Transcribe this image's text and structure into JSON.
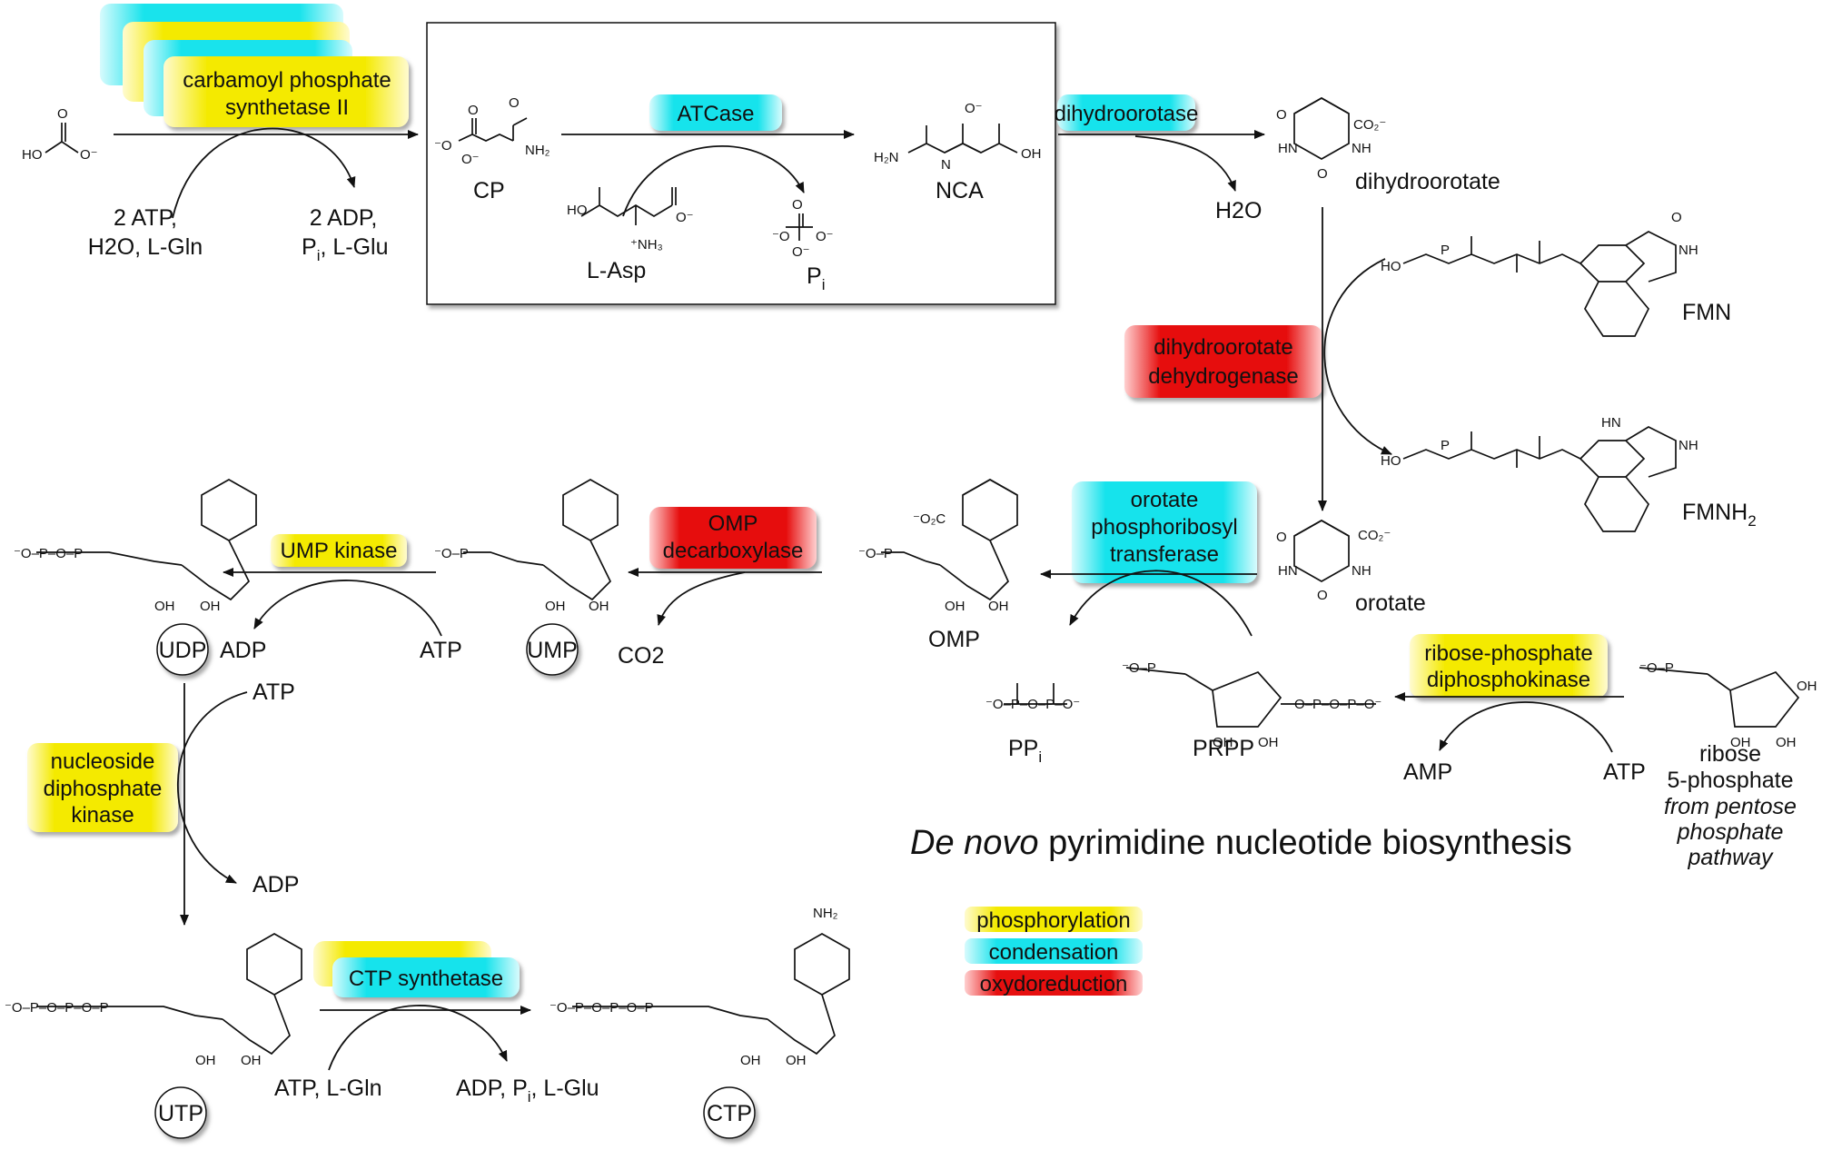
{
  "title": {
    "italic": "De novo",
    "rest": " pyrimidine nucleotide biosynthesis"
  },
  "colors": {
    "phosphorylation": "#f4ea00",
    "condensation": "#19e3ec",
    "oxydoreduction": "#e60f0f"
  },
  "enzymes": {
    "cps2": {
      "line1": "carbamoyl phosphate",
      "line2": "synthetase II",
      "category": "phosphorylation"
    },
    "atcase": {
      "line1": "ATCase",
      "category": "condensation"
    },
    "dihydroorotase": {
      "line1": "dihydroorotase",
      "category": "condensation"
    },
    "dhodh": {
      "line1": "dihydroorotate",
      "line2": "dehydrogenase",
      "category": "oxydoreduction"
    },
    "oprt": {
      "line1": "orotate",
      "line2": "phosphoribosyl",
      "line3": "transferase",
      "category": "condensation"
    },
    "ompdc": {
      "line1": "OMP",
      "line2": "decarboxylase",
      "category": "oxydoreduction"
    },
    "umpk": {
      "line1": "UMP kinase",
      "category": "phosphorylation"
    },
    "prps": {
      "line1": "ribose-phosphate",
      "line2": "diphosphokinase",
      "category": "phosphorylation"
    },
    "ndpk": {
      "line1": "nucleoside",
      "line2": "diphosphate",
      "line3": "kinase",
      "category": "phosphorylation"
    },
    "ctps": {
      "line1": "CTP synthetase",
      "category": "condensation"
    }
  },
  "compounds": {
    "cp": "CP",
    "lasp": "L-Asp",
    "nca": "NCA",
    "dihydroorotate": "dihydroorotate",
    "fmn": "FMN",
    "fmnh2": "FMNH",
    "fmnh2_sub": "2",
    "orotate": "orotate",
    "omp": "OMP",
    "ump": "UMP",
    "udp": "UDP",
    "utp": "UTP",
    "ctp": "CTP",
    "prpp": "PRPP",
    "ppi": "PP",
    "ppi_sub": "i",
    "ribose": [
      "ribose",
      "5-phosphate"
    ],
    "ribose_note": [
      "from pentose",
      "phosphate",
      "pathway"
    ]
  },
  "cofactors": {
    "cps_in": [
      "2 ATP,",
      "H2O, L-Gln"
    ],
    "cps_out_1": "2 ADP,",
    "cps_out_2": ", L-Glu",
    "pi": "P",
    "pi_sub": "i",
    "h2o": "H2O",
    "co2": "CO2",
    "ump_in": "ATP",
    "ump_out": "ADP",
    "ndpk_in": "ATP",
    "ndpk_out": "ADP",
    "prps_in": "ATP",
    "prps_out": "AMP",
    "ctps_in": "ATP, L-Gln",
    "ctps_out_1": "ADP, P",
    "ctps_out_2": ", L-Glu"
  },
  "legend": [
    {
      "label": "phosphorylation",
      "category": "phosphorylation"
    },
    {
      "label": "condensation",
      "category": "condensation"
    },
    {
      "label": "oxydoreduction",
      "category": "oxydoreduction"
    }
  ]
}
